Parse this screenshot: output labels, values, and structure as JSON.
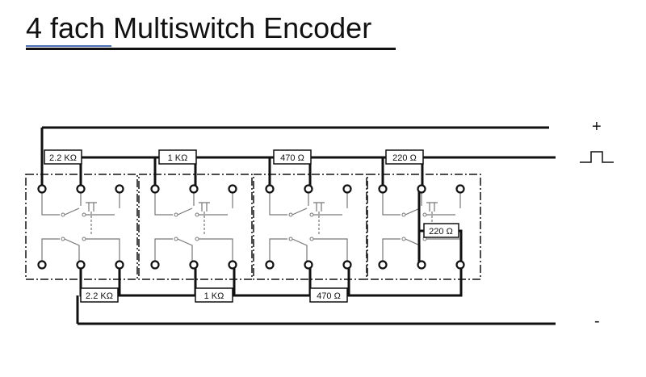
{
  "title": "4 fach Multiswitch Encoder",
  "rails": {
    "plus": "+",
    "minus": "-"
  },
  "top_resistors": [
    "2.2 KΩ",
    "1 KΩ",
    "470 Ω",
    "220 Ω"
  ],
  "bottom_resistors": [
    "2.2 KΩ",
    "1 KΩ",
    "470 Ω"
  ],
  "extra_resistor": "220 Ω",
  "switch_count": 4
}
